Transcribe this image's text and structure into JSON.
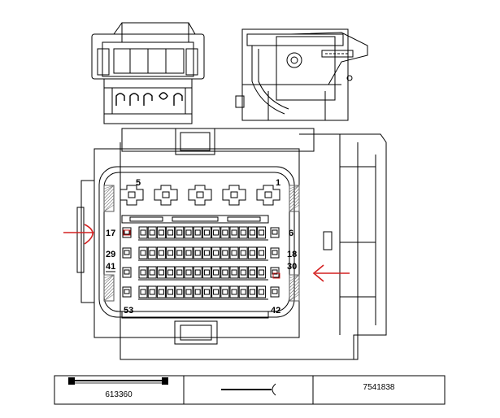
{
  "connector": {
    "cavity_labels": {
      "c1": "1",
      "c5": "5",
      "c6": "6",
      "c17": "17",
      "c18": "18",
      "c29": "29",
      "c30": "30",
      "c41": "41",
      "c42": "42",
      "c53": "53"
    },
    "marker_color": "#d42020"
  },
  "parts_table": {
    "terminal_part": "613360",
    "connector_part": "7541838"
  }
}
